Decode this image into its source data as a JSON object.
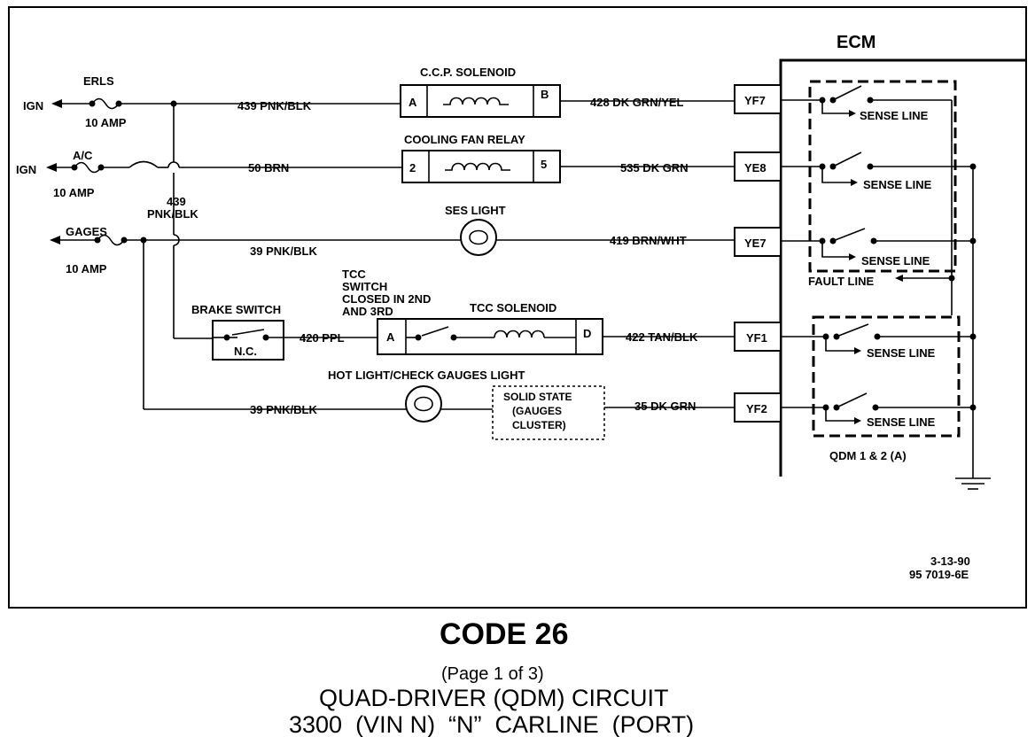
{
  "ecm": {
    "label": "ECM"
  },
  "fuses": {
    "erls": {
      "name": "ERLS",
      "rating": "10 AMP",
      "source": "IGN"
    },
    "ac": {
      "name": "A/C",
      "rating": "10 AMP",
      "source": "IGN"
    },
    "gages": {
      "name": "GAGES",
      "rating": "10 AMP"
    }
  },
  "splice_label": [
    "439",
    "PNK/BLK"
  ],
  "wires": {
    "w1": "439 PNK/BLK",
    "w2": "428 DK GRN/YEL",
    "w3": "50 BRN",
    "w4": "535 DK GRN",
    "w5": "39 PNK/BLK",
    "w6": "419 BRN/WHT",
    "w7": "420 PPL",
    "w8": "422 TAN/BLK",
    "w9": "39 PNK/BLK",
    "w10": "35 DK GRN"
  },
  "components": {
    "ccp": {
      "name": "C.C.P. SOLENOID",
      "pin_left": "A",
      "pin_right": "B"
    },
    "fan": {
      "name": "COOLING FAN RELAY",
      "pin_left": "2",
      "pin_right": "5"
    },
    "ses": {
      "name": "SES LIGHT"
    },
    "tcc_switch": [
      "TCC",
      "SWITCH",
      "CLOSED IN 2ND",
      "AND 3RD"
    ],
    "tcc": {
      "name": "TCC SOLENOID",
      "pin_left": "A",
      "pin_right": "D"
    },
    "brake": {
      "name": "BRAKE SWITCH",
      "state": "N.C."
    },
    "hotlight": {
      "name": "HOT LIGHT/CHECK GAUGES LIGHT"
    },
    "solid": [
      "SOLID STATE",
      "(GAUGES",
      "CLUSTER)"
    ]
  },
  "pins": [
    "YF7",
    "YE8",
    "YE7",
    "YF1",
    "YF2"
  ],
  "sense_line": "SENSE LINE",
  "fault_line": "FAULT LINE",
  "qdm": "QDM 1 & 2 (A)",
  "doc": {
    "date": "3-13-90",
    "number": "95 7019-6E"
  },
  "caption": {
    "code": "CODE 26",
    "page": "(Page 1 of 3)",
    "line1": "QUAD-DRIVER (QDM) CIRCUIT",
    "line2": "3300  (VIN N)  “N”  CARLINE  (PORT)"
  }
}
